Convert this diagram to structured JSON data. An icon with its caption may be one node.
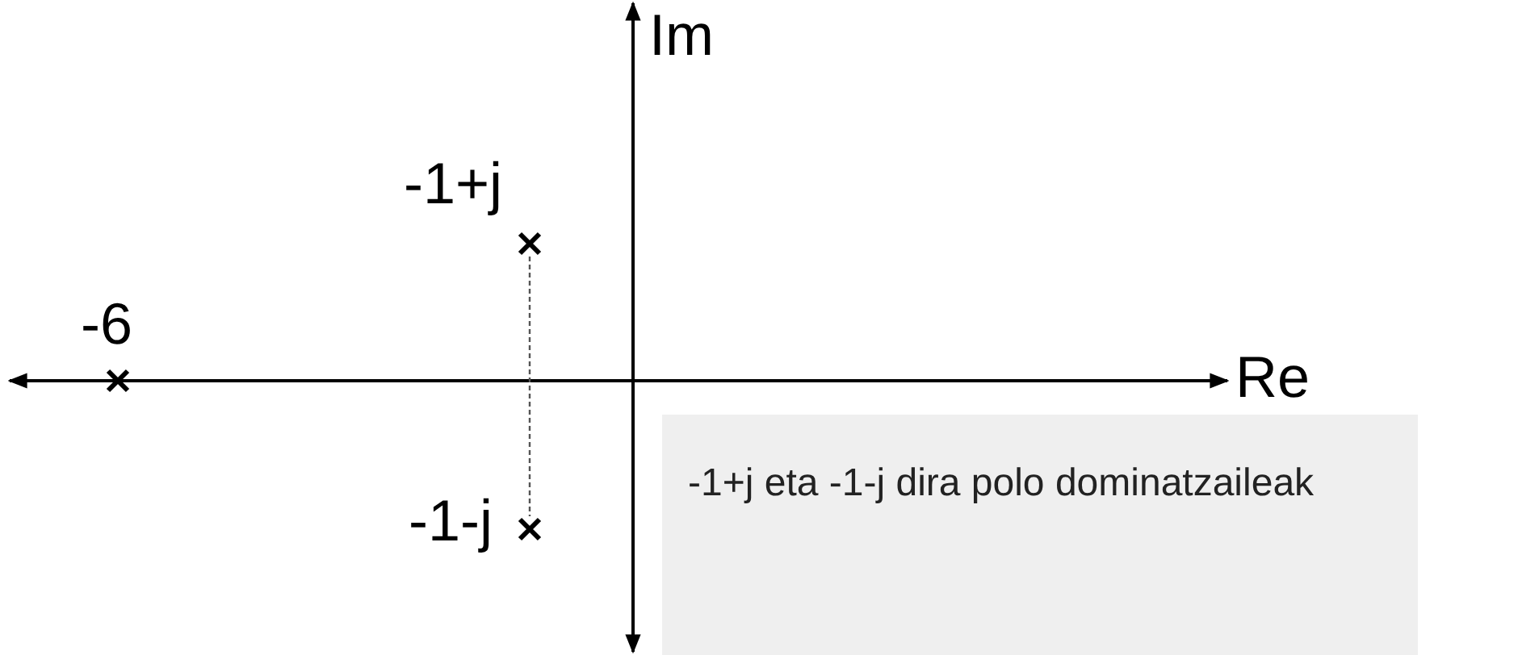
{
  "diagram": {
    "nodes": [
      {
        "text": [],
        "shape": "cross",
        "beside": [
          "-6"
        ]
      },
      {
        "text": [],
        "shape": "cross",
        "beside": [
          "-1+j"
        ]
      },
      {
        "text": [],
        "shape": "cross",
        "beside": [
          "-1-j"
        ]
      },
      {
        "text": [
          "-1+j eta -1-j dira polo dominatzaileak"
        ]
      }
    ],
    "edges": [
      {
        "from": 1,
        "to": 2,
        "arrow": "none",
        "style": "dashed"
      }
    ],
    "labels": [
      "Im",
      "Re"
    ]
  }
}
